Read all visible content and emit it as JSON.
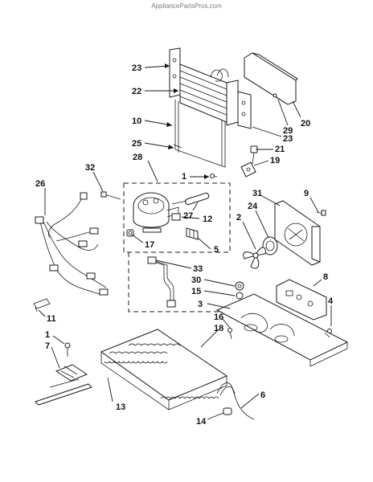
{
  "watermark": "AppliancePartsPros.com",
  "callouts": [
    {
      "id": "c23a",
      "text": "23"
    },
    {
      "id": "c22",
      "text": "22"
    },
    {
      "id": "c10",
      "text": "10"
    },
    {
      "id": "c25",
      "text": "25"
    },
    {
      "id": "c28",
      "text": "28"
    },
    {
      "id": "c20",
      "text": "20"
    },
    {
      "id": "c29",
      "text": "29"
    },
    {
      "id": "c23b",
      "text": "23"
    },
    {
      "id": "c21",
      "text": "21"
    },
    {
      "id": "c19",
      "text": "19"
    },
    {
      "id": "c32",
      "text": "32"
    },
    {
      "id": "c1a",
      "text": "1"
    },
    {
      "id": "c26",
      "text": "26"
    },
    {
      "id": "c27",
      "text": "27"
    },
    {
      "id": "c12",
      "text": "12"
    },
    {
      "id": "c17",
      "text": "17"
    },
    {
      "id": "c5",
      "text": "5"
    },
    {
      "id": "c31",
      "text": "31"
    },
    {
      "id": "c9",
      "text": "9"
    },
    {
      "id": "c24",
      "text": "24"
    },
    {
      "id": "c2",
      "text": "2"
    },
    {
      "id": "c33",
      "text": "33"
    },
    {
      "id": "c30",
      "text": "30"
    },
    {
      "id": "c15",
      "text": "15"
    },
    {
      "id": "c8",
      "text": "8"
    },
    {
      "id": "c3",
      "text": "3"
    },
    {
      "id": "c4",
      "text": "4"
    },
    {
      "id": "c11",
      "text": "11"
    },
    {
      "id": "c16",
      "text": "16"
    },
    {
      "id": "c18",
      "text": "18"
    },
    {
      "id": "c1b",
      "text": "1"
    },
    {
      "id": "c7",
      "text": "7"
    },
    {
      "id": "c6",
      "text": "6"
    },
    {
      "id": "c13",
      "text": "13"
    },
    {
      "id": "c14",
      "text": "14"
    }
  ]
}
